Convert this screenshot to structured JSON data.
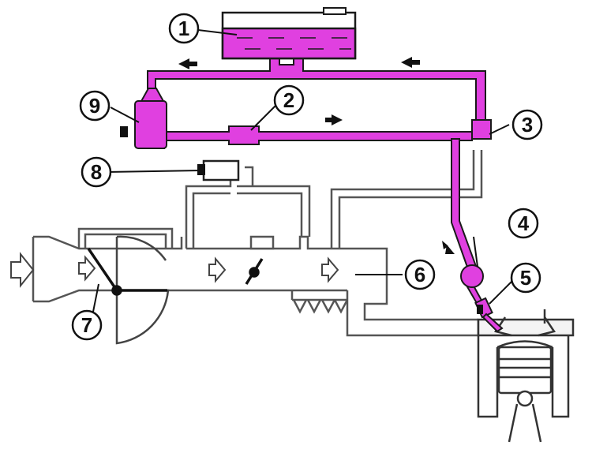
{
  "colors": {
    "fuel": "#e040e0",
    "fuel_dark": "#c020c0",
    "line": "#1a1a1a",
    "outline": "#444444",
    "background": "#ffffff"
  },
  "callouts": [
    {
      "id": "1",
      "label": "1"
    },
    {
      "id": "2",
      "label": "2"
    },
    {
      "id": "3",
      "label": "3"
    },
    {
      "id": "4",
      "label": "4"
    },
    {
      "id": "5",
      "label": "5"
    },
    {
      "id": "6",
      "label": "6"
    },
    {
      "id": "7",
      "label": "7"
    },
    {
      "id": "8",
      "label": "8"
    },
    {
      "id": "9",
      "label": "9"
    }
  ]
}
